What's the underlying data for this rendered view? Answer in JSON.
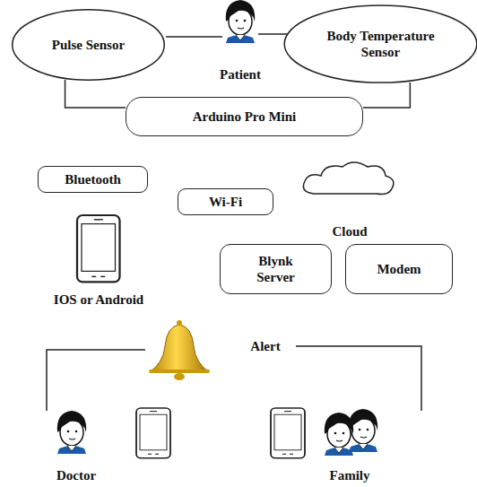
{
  "diagram": {
    "nodes": [
      {
        "text": [
          "Pulse Sensor"
        ]
      },
      {
        "text": [
          "Body Temperature Sensor"
        ]
      },
      {
        "text": [
          "Arduino Pro Mini"
        ]
      },
      {
        "text": [
          "Bluetooth"
        ]
      },
      {
        "text": [
          "Wi-Fi"
        ]
      },
      {
        "text": [
          "Blynk Server"
        ]
      },
      {
        "text": [
          "Modem"
        ]
      }
    ],
    "edges": [
      {
        "from": 0,
        "to": 2,
        "arrow": "none"
      },
      {
        "from": 1,
        "to": 2,
        "arrow": "none"
      }
    ],
    "labels": [
      "Patient",
      "Cloud",
      "IOS or Android",
      "Alert",
      "Doctor",
      "Family"
    ]
  }
}
